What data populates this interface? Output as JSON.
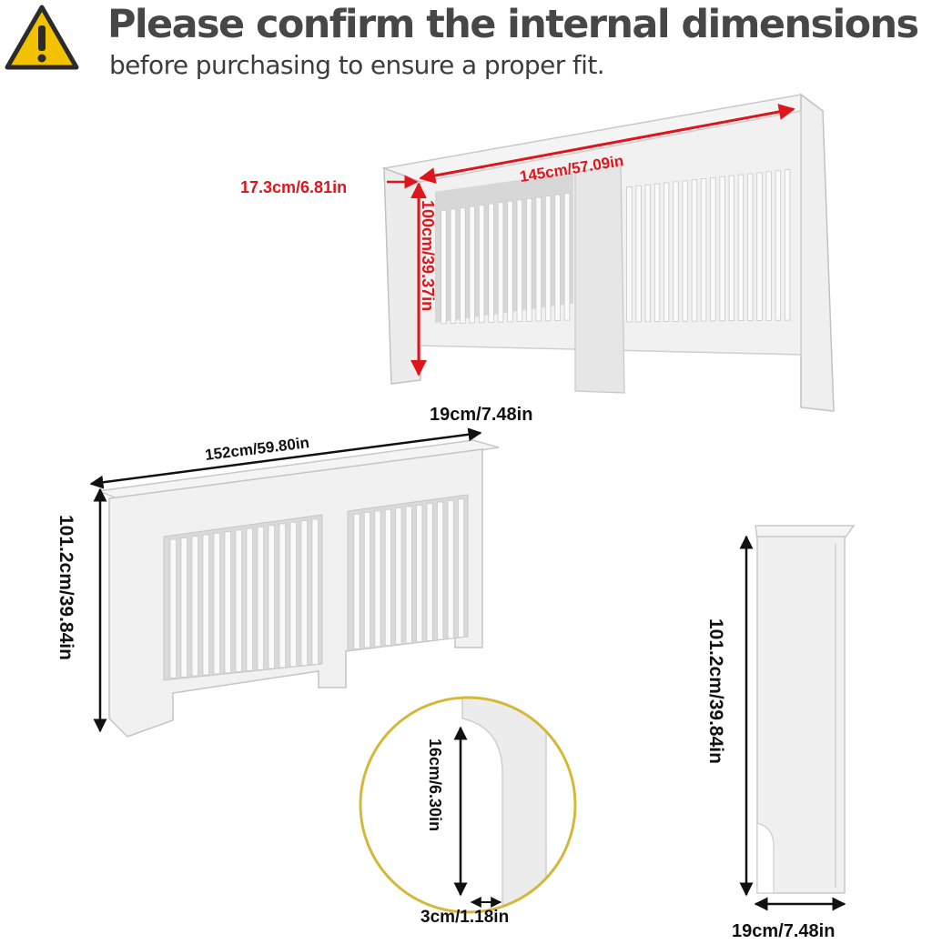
{
  "header": {
    "title": "Please confirm the internal dimensions",
    "subtitle": "before purchasing to ensure a proper fit.",
    "warning_icon": "warning-triangle-icon",
    "warning_color": "#f2c200"
  },
  "interior_view": {
    "width_label": "145cm/57.09in",
    "height_label": "100cm/39.37in",
    "depth_label": "17.3cm/6.81in",
    "outer_depth_label": "19cm/7.48in",
    "label_color": "#e0141b"
  },
  "front_view": {
    "width_label": "152cm/59.80in",
    "height_label": "101.2cm/39.84in"
  },
  "detail_view": {
    "height_label": "16cm/6.30in",
    "width_label": "3cm/1.18in",
    "ring_color": "#d4b83a"
  },
  "side_view": {
    "height_label": "101.2cm/39.84in",
    "depth_label": "19cm/7.48in"
  }
}
